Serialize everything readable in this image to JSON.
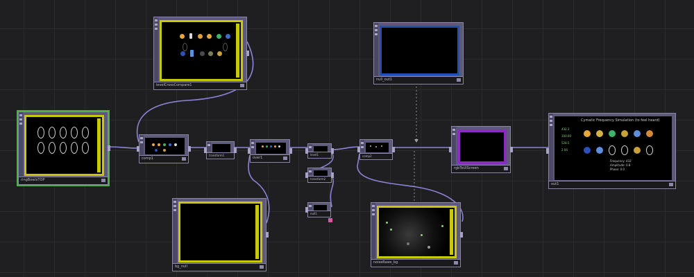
{
  "nodes": {
    "rings_top": {
      "label": "levelCrossCompare1"
    },
    "rings_left": {
      "label": "ringBowlsTOP"
    },
    "comp1": {
      "label": "comp1"
    },
    "transform1": {
      "label": "transform1"
    },
    "over1": {
      "label": "over1"
    },
    "level1": {
      "label": "level1"
    },
    "transform2": {
      "label": "transform2"
    },
    "null1": {
      "label": "null1"
    },
    "blank_bottom": {
      "label": "bg_null"
    },
    "comp2": {
      "label": "comp2"
    },
    "blue_top": {
      "label": "null_out1"
    },
    "purple": {
      "label": "rgbToUlScreen"
    },
    "output": {
      "label": "out1"
    },
    "particles": {
      "label": "noiseRaws_bg"
    }
  },
  "output_panel": {
    "header": "Cymatic Frequency Simulation (to feel heard)",
    "left_values": [
      "432.3",
      "100.00",
      "528.5",
      "2.00"
    ],
    "center_values": [
      "Frequency: 432",
      "Amplitude: 0.8",
      "Phase: 0.0"
    ]
  },
  "colors": {
    "yellow": "#c9c80a",
    "green": "#4fb047",
    "blue": "#1f4fb7",
    "purple": "#8a2bc2",
    "wire": "#8b84d8"
  }
}
